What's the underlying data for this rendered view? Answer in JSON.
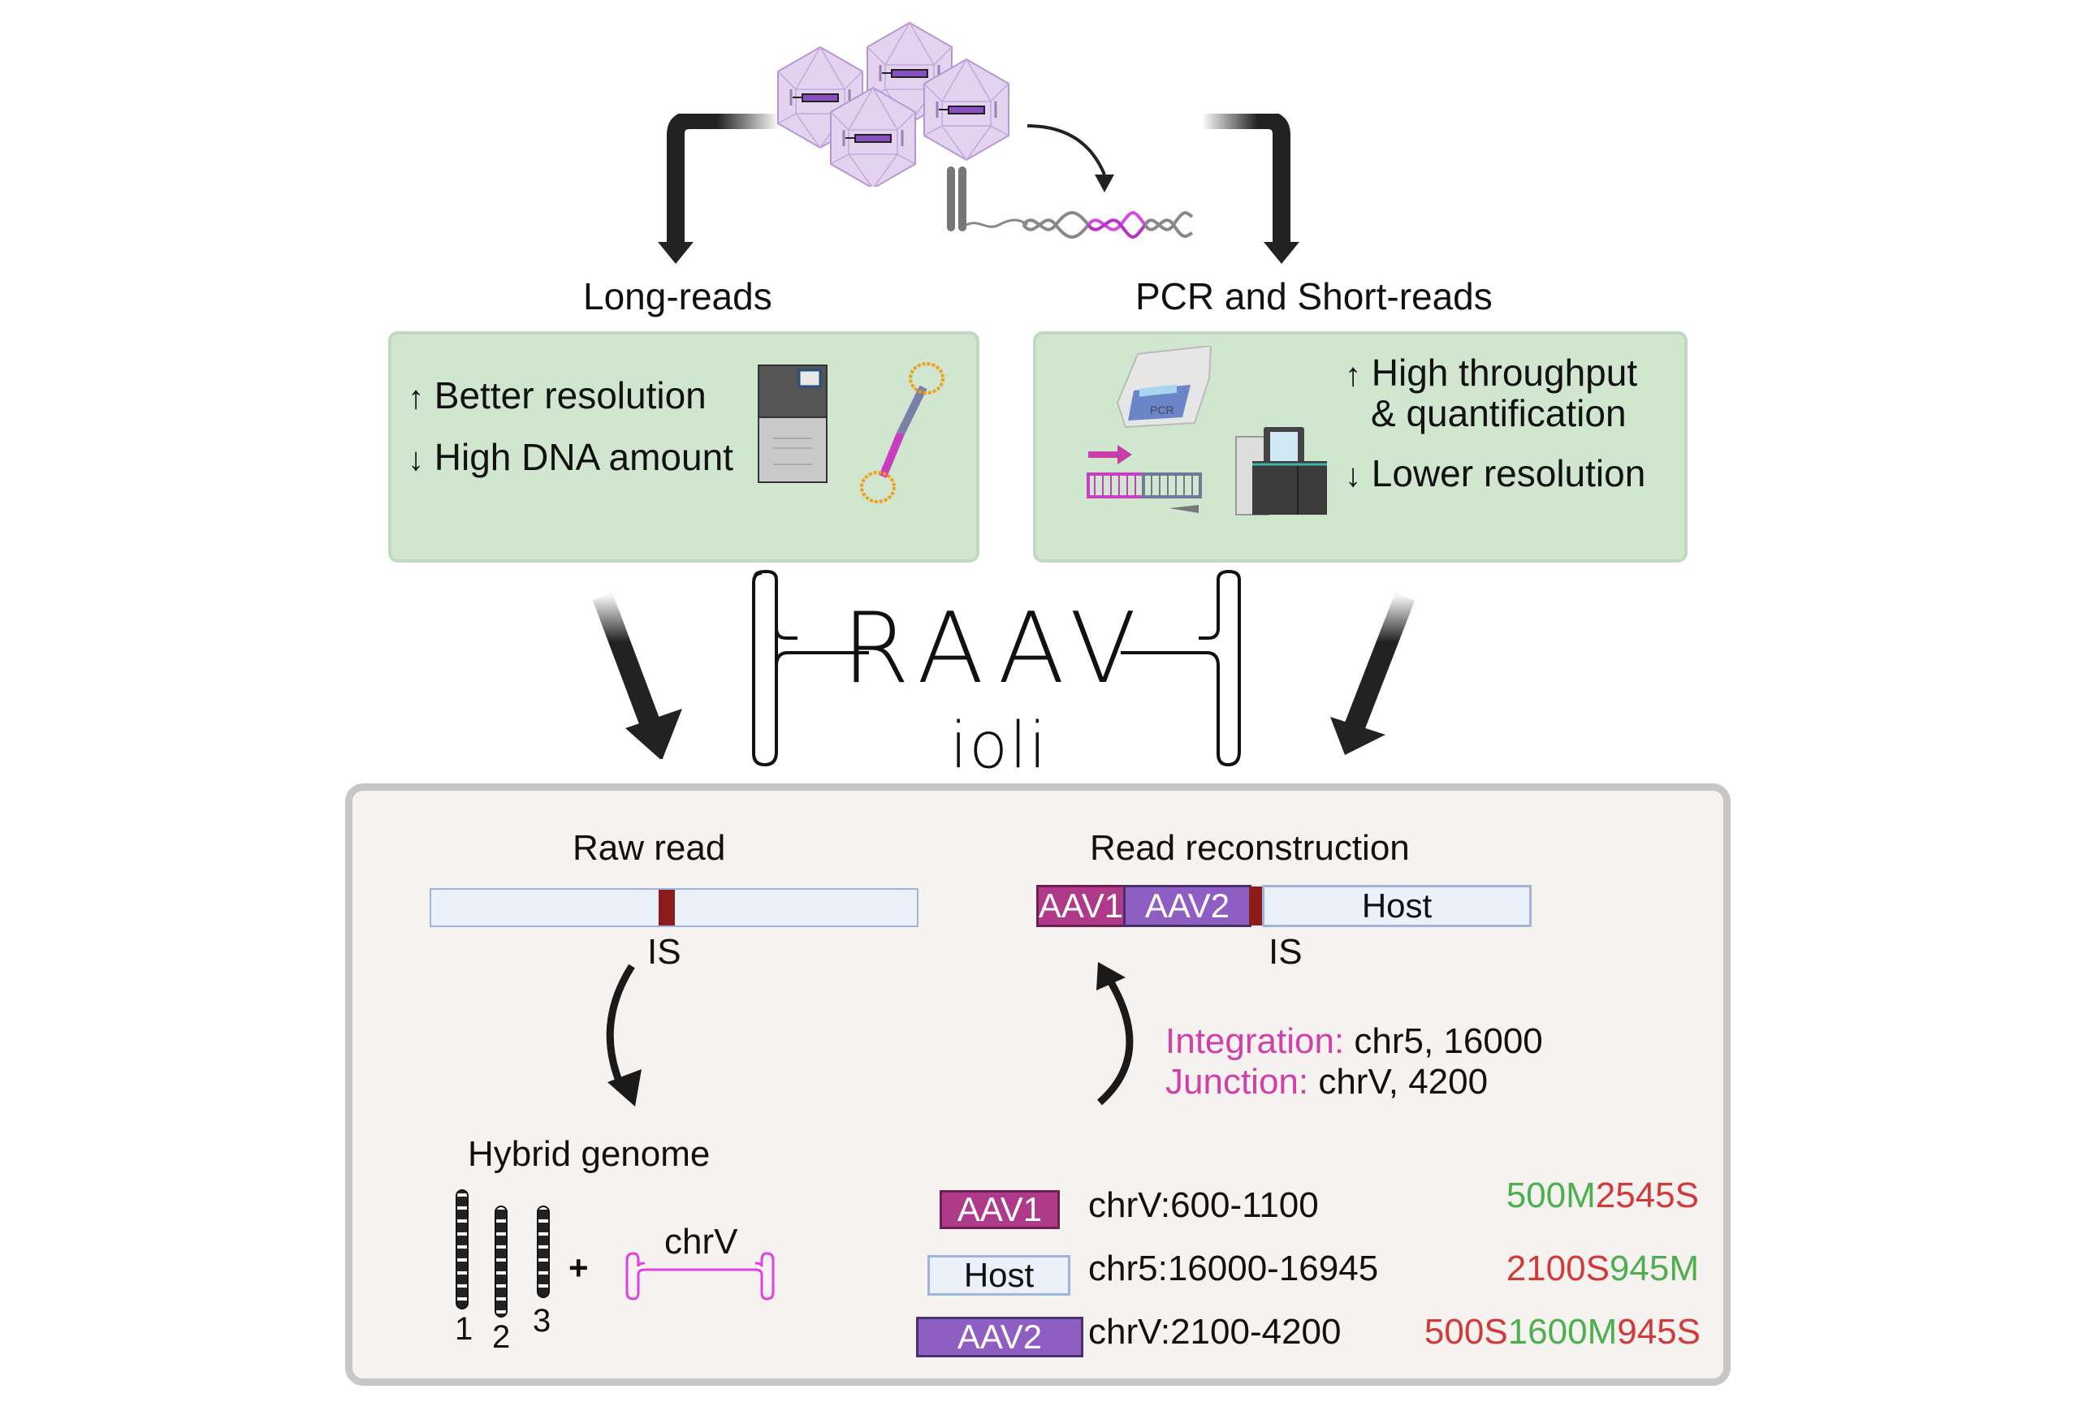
{
  "top": {
    "capsids_icon": "aav-capsids-icon",
    "integration_illustration": "chromosome-dna-integration-icon"
  },
  "long_reads": {
    "title": "Long-reads",
    "pros": [
      {
        "direction": "up",
        "label": "Better resolution"
      },
      {
        "direction": "down",
        "label": "High DNA amount"
      }
    ],
    "icons": [
      "long-read-sequencer-icon",
      "dumbbell-dna-icon"
    ]
  },
  "short_reads": {
    "title": "PCR  and Short-reads",
    "pros": [
      {
        "direction": "up",
        "label": "High throughput"
      },
      {
        "direction": "up",
        "label": "& quantification"
      },
      {
        "direction": "down",
        "label": "Lower resolution"
      }
    ],
    "icons": [
      "pcr-machine-icon",
      "primer-amplicon-icon",
      "short-read-sequencer-icon"
    ],
    "pcr_label": "PCR"
  },
  "logo": {
    "main": "RAAV",
    "sub": "ioli"
  },
  "pipeline": {
    "raw_read": {
      "title": "Raw read",
      "is_label": "IS"
    },
    "read_reconstruction": {
      "title": "Read reconstruction",
      "segments": [
        {
          "label": "AAV1",
          "type": "aav1"
        },
        {
          "label": "AAV2",
          "type": "aav2"
        },
        {
          "label": "",
          "type": "is"
        },
        {
          "label": "Host",
          "type": "host"
        }
      ],
      "is_label": "IS"
    },
    "annotations": {
      "integration_key": "Integration:",
      "integration_value": " chr5, 16000",
      "junction_key": "Junction:",
      "junction_value": " chrV, 4200"
    },
    "hybrid_genome": {
      "title": "Hybrid genome",
      "chromosomes": [
        "1",
        "2",
        "3"
      ],
      "plus": "+",
      "vector_label": "chrV"
    },
    "alignments": [
      {
        "segment": "AAV1",
        "type": "aav1",
        "region": "chrV:600-1100",
        "cigar": [
          {
            "text": "500M",
            "op": "M"
          },
          {
            "text": "2545S",
            "op": "S"
          }
        ]
      },
      {
        "segment": "Host",
        "type": "host",
        "region": "chr5:16000-16945",
        "cigar": [
          {
            "text": "2100S",
            "op": "S"
          },
          {
            "text": "945M",
            "op": "M"
          }
        ]
      },
      {
        "segment": "AAV2",
        "type": "aav2",
        "region": "chrV:2100-4200",
        "cigar": [
          {
            "text": "500S",
            "op": "S"
          },
          {
            "text": "1600M",
            "op": "M"
          },
          {
            "text": "945S",
            "op": "S"
          }
        ]
      }
    ]
  },
  "colors": {
    "aav1": "#b03a8a",
    "aav2": "#8e5ec2",
    "host": "#ebf1fb",
    "is": "#8b1c1c",
    "match": "#4caf50",
    "softclip": "#d03a3a",
    "annotation_key": "#d040a8",
    "panel_green": "#d0e6cf",
    "frame_bg": "#f6f2ef"
  }
}
